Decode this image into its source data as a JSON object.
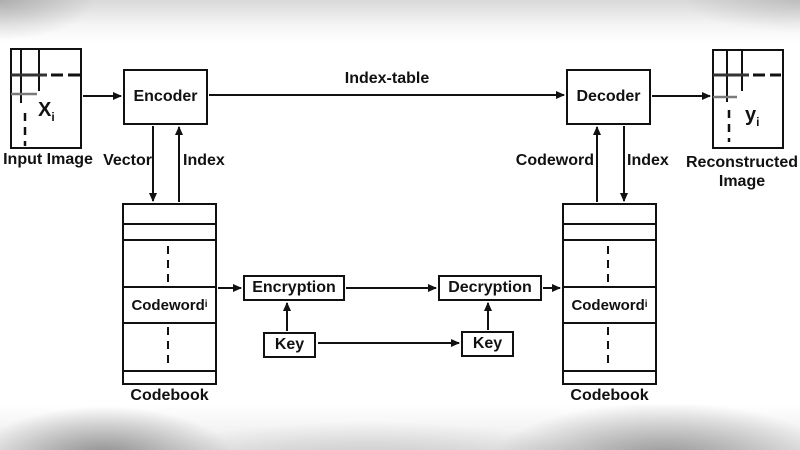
{
  "input_image": {
    "caption": "Input Image",
    "symbol_base": "X",
    "symbol_sub": "i"
  },
  "encoder_label": "Encoder",
  "decoder_label": "Decoder",
  "reconstructed_image": {
    "caption_line1": "Reconstructed",
    "caption_line2": "Image",
    "symbol_base": "y",
    "symbol_sub": "i"
  },
  "arrow_labels": {
    "vector": "Vector",
    "index_left": "Index",
    "index_table": "Index-table",
    "codeword": "Codeword",
    "index_right": "Index"
  },
  "codebook_left": {
    "codeword_base": "Codeword",
    "codeword_sub": "i",
    "caption": "Codebook"
  },
  "codebook_right": {
    "codeword_base": "Codeword",
    "codeword_sub": "i",
    "caption": "Codebook"
  },
  "encryption_label": "Encryption",
  "decryption_label": "Decryption",
  "key_left_label": "Key",
  "key_right_label": "Key",
  "colors": {
    "line": "#111111",
    "sketch_gray": "#7a7a7a",
    "background": "#ffffff",
    "band_gray": "#d8d8d8"
  }
}
